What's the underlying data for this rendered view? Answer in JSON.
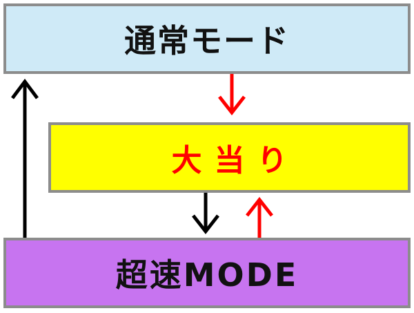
{
  "colors": {
    "normal_bg": "#cfeaf7",
    "jackpot_bg": "#ffff00",
    "turbo_bg": "#c774f0",
    "jackpot_text": "#ff0000",
    "arrow_red": "#ff0000",
    "arrow_black": "#000000"
  },
  "nodes": {
    "normal_mode": {
      "label": "通常モード"
    },
    "jackpot": {
      "label": "大当り"
    },
    "turbo_mode": {
      "label": "超速MODE"
    }
  },
  "edges": [
    {
      "from": "normal_mode",
      "to": "jackpot",
      "color": "red"
    },
    {
      "from": "jackpot",
      "to": "turbo_mode",
      "color": "black"
    },
    {
      "from": "turbo_mode",
      "to": "jackpot",
      "color": "red"
    },
    {
      "from": "turbo_mode",
      "to": "normal_mode",
      "color": "black"
    }
  ]
}
